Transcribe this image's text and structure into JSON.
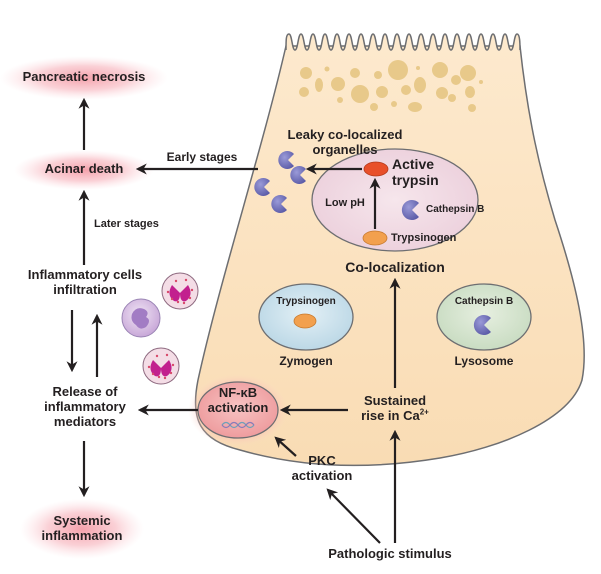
{
  "diagram": {
    "left_column": {
      "pancreatic_necrosis": "Pancreatic necrosis",
      "acinar_death": "Acinar death",
      "later_stages": "Later stages",
      "inflammatory_cells_line1": "Inflammatory cells",
      "inflammatory_cells_line2": "infiltration",
      "release_line1": "Release of",
      "release_line2": "inflammatory",
      "release_line3": "mediators",
      "systemic_line1": "Systemic",
      "systemic_line2": "inflammation"
    },
    "arrows": {
      "early_stages": "Early stages"
    },
    "cell": {
      "leaky_line1": "Leaky co-localized",
      "leaky_line2": "organelles",
      "colocalization_vacuole": {
        "active_line1": "Active",
        "active_line2": "trypsin",
        "low_ph": "Low pH",
        "cathepsin": "Cathepsin B",
        "trypsinogen": "Trypsinogen"
      },
      "colocalization": "Co-localization",
      "zymogen": {
        "content": "Trypsinogen",
        "label": "Zymogen"
      },
      "lysosome": {
        "content": "Cathepsin B",
        "label": "Lysosome"
      },
      "nfkb_line1": "NF-κB",
      "nfkb_line2": "activation",
      "sustained_line1": "Sustained",
      "sustained_line2": "rise in Ca",
      "sustained_sup": "2+",
      "pkc_line1": "PKC",
      "pkc_line2": "activation"
    },
    "bottom": {
      "pathologic_stimulus": "Pathologic stimulus"
    },
    "colors": {
      "cell_fill": "#fbe3c4",
      "granule": "#e8c98a",
      "vacuole_fill": "#f1dbe4",
      "zymogen_fill": "#cfe4ee",
      "lysosome_fill": "#d8e6d2",
      "cathepsin": "#6b6bb5",
      "trypsin_active": "#e8502a",
      "trypsinogen": "#f2a04e",
      "glow": "#f08a96",
      "arrow": "#231f20"
    }
  }
}
